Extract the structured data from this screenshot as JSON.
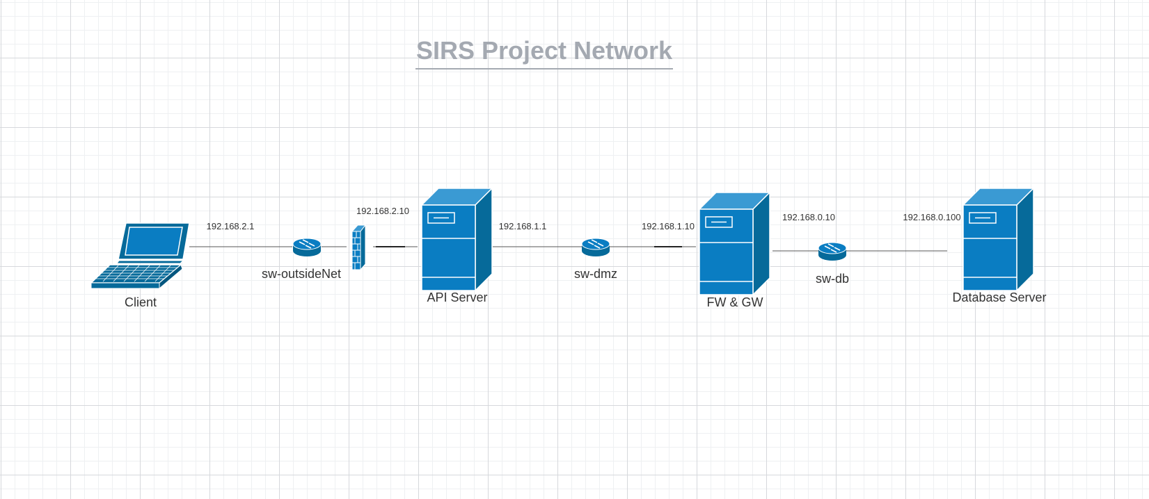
{
  "title": "SIRS Project Network",
  "colors": {
    "device": "#0a7dc2",
    "device_dark": "#075f95",
    "router": "#066a9a",
    "line": "#555555",
    "title": "#a4a9b1",
    "text": "#333333"
  },
  "nodes": {
    "client": {
      "label": "Client",
      "icon": "laptop-icon"
    },
    "sw_outside": {
      "label": "sw-outsideNet",
      "icon": "router-icon"
    },
    "firewall": {
      "icon": "firewall-icon"
    },
    "api_server": {
      "label": "API Server",
      "icon": "server-icon"
    },
    "sw_dmz": {
      "label": "sw-dmz",
      "icon": "router-icon"
    },
    "fw_gw": {
      "label": "FW & GW",
      "icon": "server-icon"
    },
    "sw_db": {
      "label": "sw-db",
      "icon": "router-icon"
    },
    "db_server": {
      "label": "Database Server",
      "icon": "server-icon"
    }
  },
  "links": [
    {
      "from": "client",
      "to": "sw_outside",
      "ip": "192.168.2.1"
    },
    {
      "from": "sw_outside",
      "to": "firewall"
    },
    {
      "from": "firewall",
      "to": "api_server",
      "ip": "192.168.2.10"
    },
    {
      "from": "api_server",
      "to": "sw_dmz",
      "ip": "192.168.1.1"
    },
    {
      "from": "sw_dmz",
      "to": "fw_gw",
      "ip": "192.168.1.10"
    },
    {
      "from": "fw_gw",
      "to": "sw_db",
      "ip": "192.168.0.10"
    },
    {
      "from": "sw_db",
      "to": "db_server",
      "ip": "192.168.0.100"
    }
  ]
}
